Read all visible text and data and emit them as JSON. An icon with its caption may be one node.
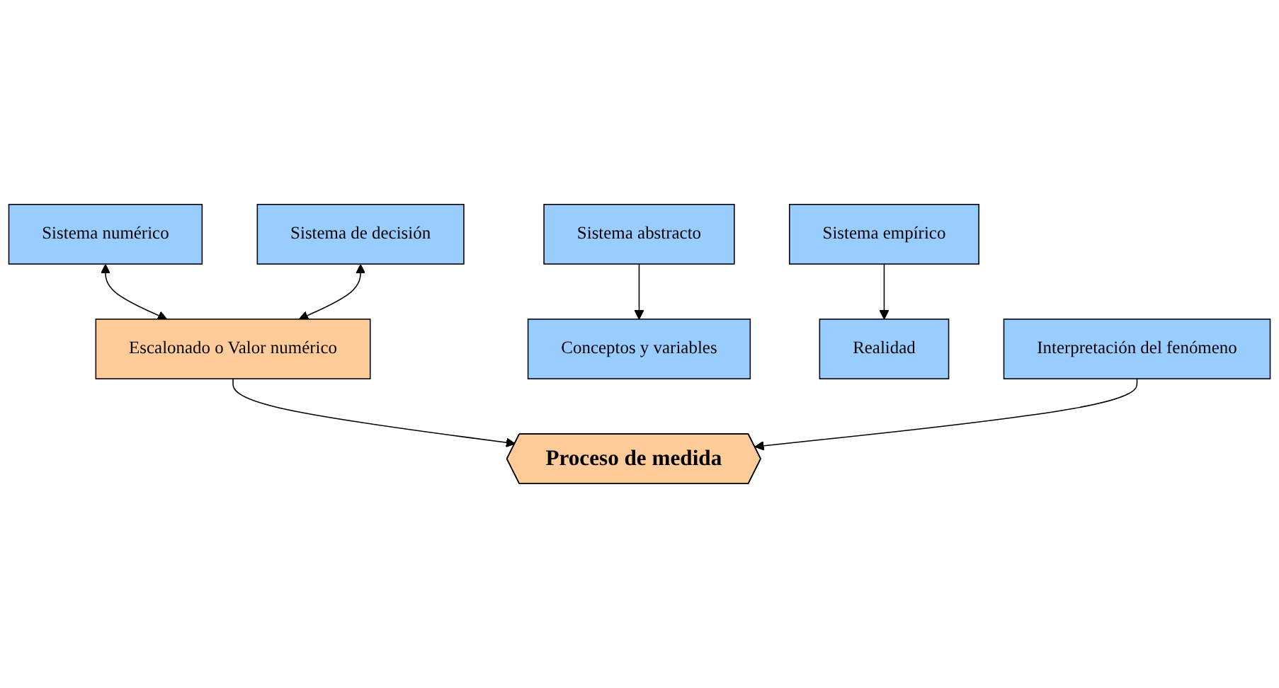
{
  "diagram": {
    "nodes": [
      {
        "text": [
          "Sistema abstracto"
        ]
      },
      {
        "text": [
          "Sistema numérico"
        ]
      },
      {
        "text": [
          "Sistema de decisión"
        ]
      },
      {
        "text": [
          "Sistema empírico"
        ]
      },
      {
        "text": [
          "Escalonado o Valor numérico"
        ]
      },
      {
        "text": [
          "Conceptos y variables"
        ]
      },
      {
        "text": [
          "Proceso de medida"
        ]
      },
      {
        "text": [
          "Realidad"
        ]
      },
      {
        "text": [
          "Interpretación del fenómeno"
        ]
      }
    ],
    "edges": [
      {
        "from": 0,
        "to": 5,
        "arrow": "to"
      },
      {
        "from": 1,
        "to": 4,
        "arrow": "both"
      },
      {
        "from": 2,
        "to": 4,
        "arrow": "both"
      },
      {
        "from": 3,
        "to": 7,
        "arrow": "to"
      },
      {
        "from": 4,
        "to": 6,
        "arrow": "to"
      },
      {
        "from": 8,
        "to": 6,
        "arrow": "to"
      }
    ]
  }
}
